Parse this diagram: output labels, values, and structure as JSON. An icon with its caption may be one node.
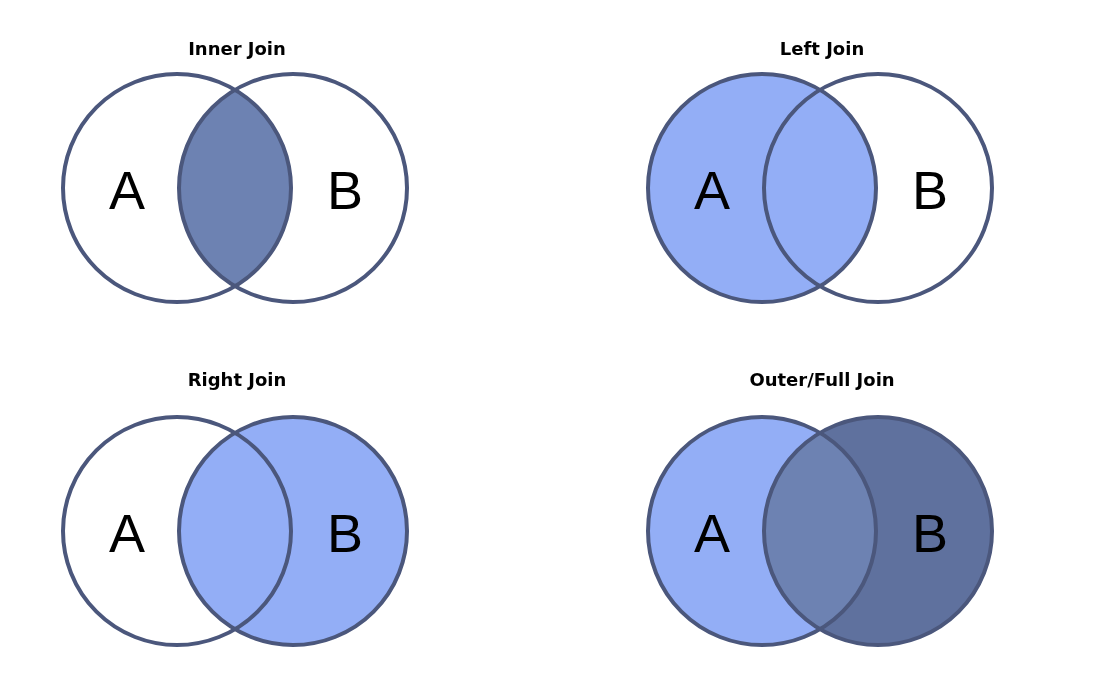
{
  "diagram": {
    "nodes": [
      {
        "text": [
          "A"
        ]
      },
      {
        "text": [
          "B"
        ]
      },
      {
        "text": [
          "A"
        ]
      },
      {
        "text": [
          "B"
        ]
      },
      {
        "text": [
          "A"
        ]
      },
      {
        "text": [
          "B"
        ]
      },
      {
        "text": [
          "A"
        ]
      },
      {
        "text": [
          "B"
        ]
      }
    ],
    "edges": [],
    "labels": [
      "Inner Join",
      "Left Join",
      "Right Join",
      "Outer/Full Join"
    ]
  }
}
